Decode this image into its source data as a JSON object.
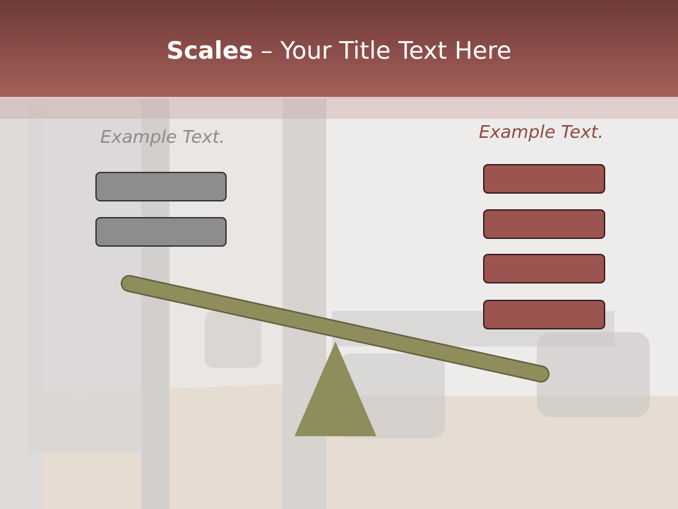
{
  "title": {
    "bold": "Scales",
    "rest": " – Your Title Text Here"
  },
  "left": {
    "label": "Example Text.",
    "box_count": 2,
    "color": "#8d8d8d"
  },
  "right": {
    "label": "Example Text.",
    "box_count": 4,
    "color": "#9c5450"
  },
  "beam_color": "#8f8d5c",
  "fulcrum_color": "#8f8d5c",
  "header_color": "#9c5450"
}
